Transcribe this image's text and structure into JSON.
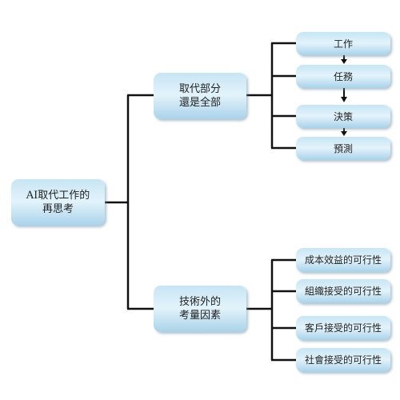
{
  "diagram": {
    "root": {
      "label": "AI取代工作的\n再思考"
    },
    "branch_a": {
      "label": "取代部分\n還是全部",
      "children": [
        "工作",
        "任務",
        "決策",
        "預測"
      ]
    },
    "branch_b": {
      "label": "技術外的\n考量因素",
      "children": [
        "成本效益的可行性",
        "組織接受的可行性",
        "客戶接受的可行性",
        "社會接受的可行性"
      ]
    }
  }
}
